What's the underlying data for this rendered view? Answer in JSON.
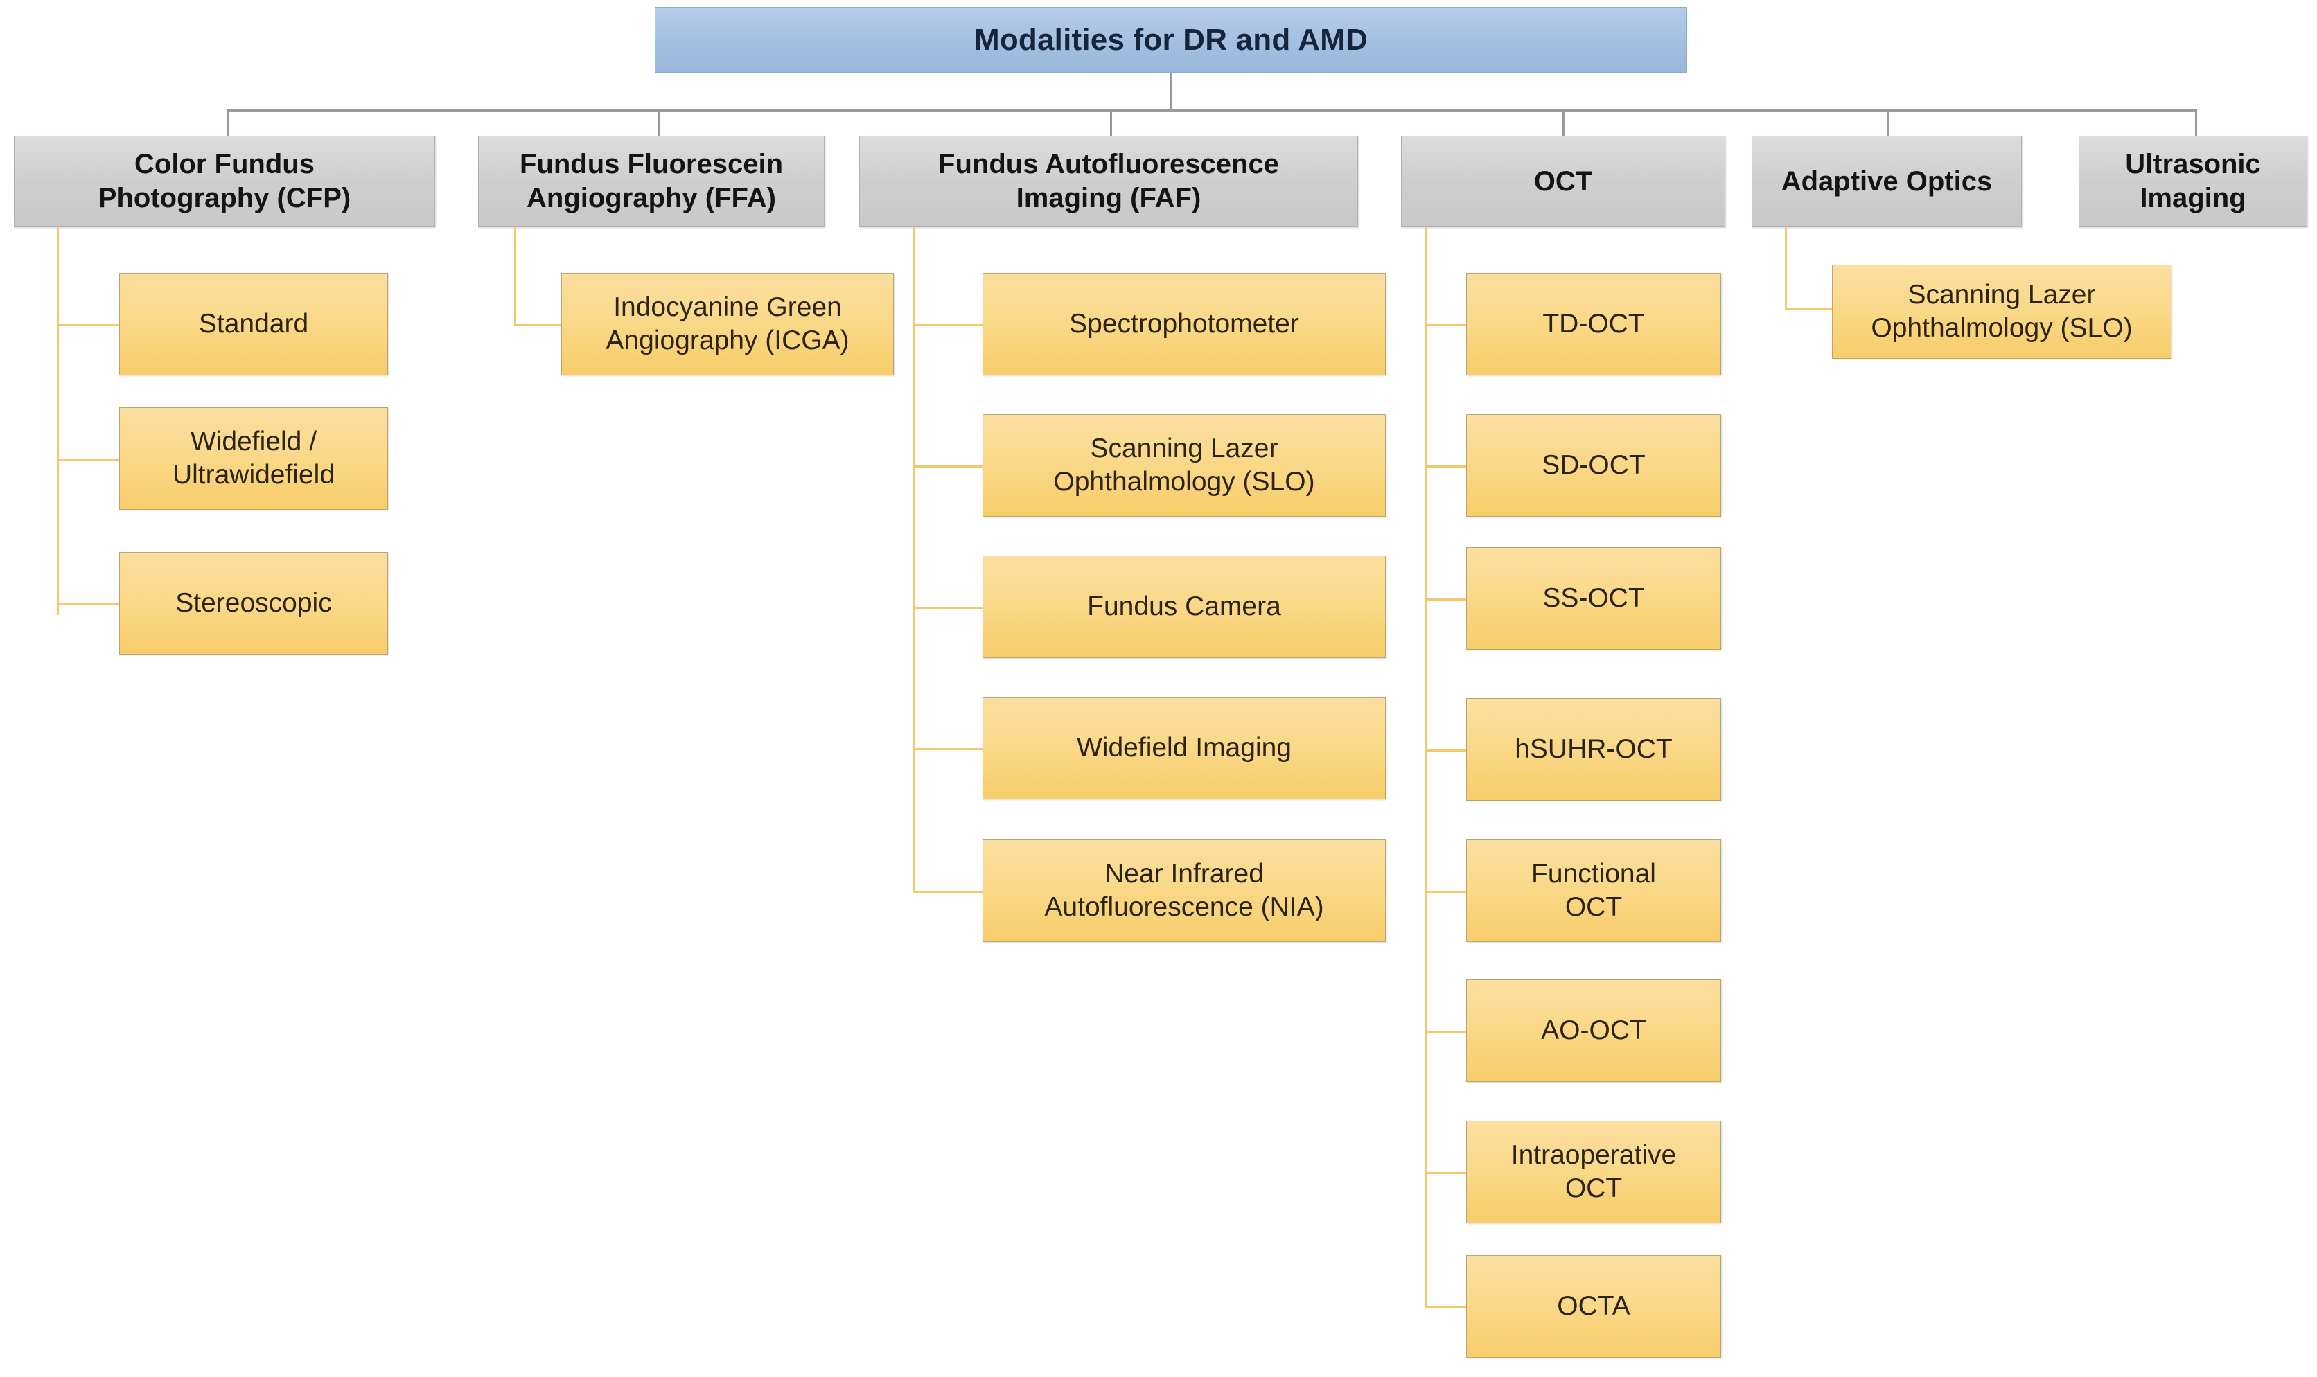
{
  "diagram": {
    "type": "hierarchy-tree",
    "title": "Modalities for DR and AMD",
    "root": {
      "label": "Modalities for DR and AMD",
      "fill_color": "#a3bfe0"
    },
    "category_fill_color": "#cfcfcf",
    "leaf_fill_color": "#fad887",
    "connector_color": "#f5c96b",
    "root_connector_color": "#9a9a9a",
    "branches": [
      {
        "id": "cfp",
        "label": "Color Fundus\nPhotography (CFP)",
        "children": [
          {
            "label": "Standard"
          },
          {
            "label": "Widefield /\nUltrawidefield"
          },
          {
            "label": "Stereoscopic"
          }
        ]
      },
      {
        "id": "ffa",
        "label": "Fundus Fluorescein\nAngiography (FFA)",
        "children": [
          {
            "label": "Indocyanine Green\nAngiography (ICGA)"
          }
        ]
      },
      {
        "id": "faf",
        "label": "Fundus Autofluorescence\nImaging (FAF)",
        "children": [
          {
            "label": "Spectrophotometer"
          },
          {
            "label": "Scanning Lazer\nOphthalmology (SLO)"
          },
          {
            "label": "Fundus Camera"
          },
          {
            "label": "Widefield Imaging"
          },
          {
            "label": "Near Infrared\nAutofluorescence (NIA)"
          }
        ]
      },
      {
        "id": "oct",
        "label": "OCT",
        "children": [
          {
            "label": "TD-OCT"
          },
          {
            "label": "SD-OCT"
          },
          {
            "label": "SS-OCT"
          },
          {
            "label": "hSUHR-OCT"
          },
          {
            "label": "Functional\nOCT"
          },
          {
            "label": "AO-OCT"
          },
          {
            "label": "Intraoperative\nOCT"
          },
          {
            "label": "OCTA"
          }
        ]
      },
      {
        "id": "ao",
        "label": "Adaptive Optics",
        "children": [
          {
            "label": "Scanning Lazer\nOphthalmology (SLO)"
          }
        ]
      },
      {
        "id": "us",
        "label": "Ultrasonic\nImaging",
        "children": []
      }
    ]
  }
}
